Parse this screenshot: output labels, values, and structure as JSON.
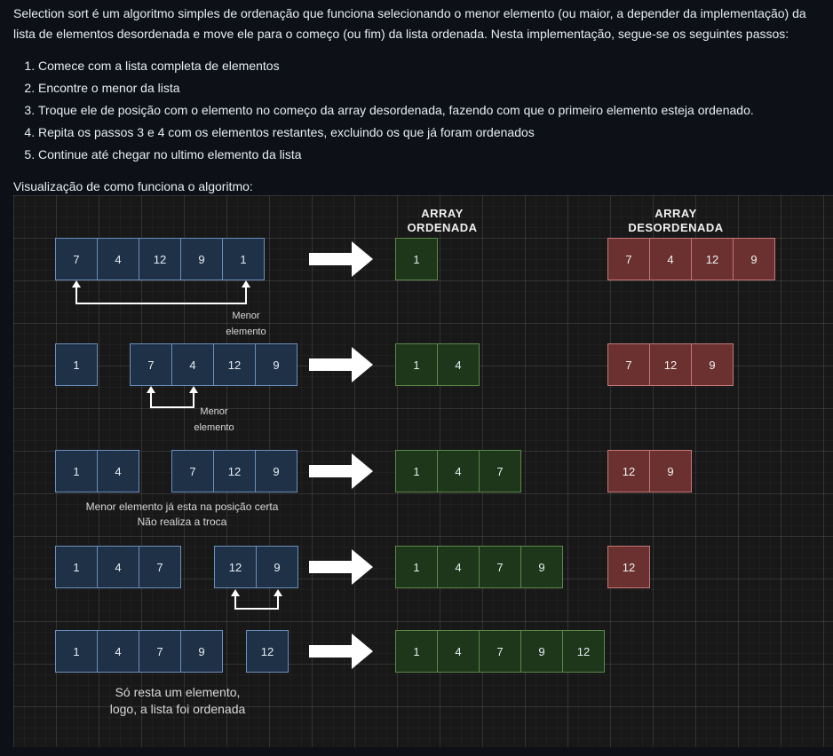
{
  "intro": "Selection sort é um algoritmo simples de ordenação que funciona selecionando o menor elemento (ou maior, a depender da implementação) da lista de elementos desordenada e move ele para o começo (ou fim) da lista ordenada. Nesta implementação, segue-se os seguintes passos:",
  "steps": [
    "Comece com a lista completa de elementos",
    "Encontre o menor da lista",
    "Troque ele de posição com o elemento no começo da array desordenada, fazendo com que o primeiro elemento esteja ordenado.",
    "Repita os passos 3 e 4 com os elementos restantes, excluindo os que já foram ordenados",
    "Continue até chegar no ultimo elemento da lista"
  ],
  "visualization_label": "Visualização de como funciona o algoritmo:",
  "headers": {
    "sorted": "ARRAY ORDENADA",
    "unsorted": "ARRAY DESORDENADA"
  },
  "rows": [
    {
      "working_a": [
        "7",
        "4",
        "12",
        "9",
        "1"
      ],
      "working_b": [],
      "sorted": [
        "1"
      ],
      "unsorted": [
        "7",
        "4",
        "12",
        "9"
      ]
    },
    {
      "working_a": [
        "1"
      ],
      "working_b": [
        "7",
        "4",
        "12",
        "9"
      ],
      "sorted": [
        "1",
        "4"
      ],
      "unsorted": [
        "7",
        "12",
        "9"
      ]
    },
    {
      "working_a": [
        "1",
        "4"
      ],
      "working_b": [
        "7",
        "12",
        "9"
      ],
      "sorted": [
        "1",
        "4",
        "7"
      ],
      "unsorted": [
        "12",
        "9"
      ]
    },
    {
      "working_a": [
        "1",
        "4",
        "7"
      ],
      "working_b": [
        "12",
        "9"
      ],
      "sorted": [
        "1",
        "4",
        "7",
        "9"
      ],
      "unsorted": [
        "12"
      ]
    },
    {
      "working_a": [
        "1",
        "4",
        "7",
        "9"
      ],
      "working_b": [
        "12"
      ],
      "sorted": [
        "1",
        "4",
        "7",
        "9",
        "12"
      ],
      "unsorted": []
    }
  ],
  "notes": {
    "row1": [
      "Menor",
      "elemento"
    ],
    "row2": [
      "Menor",
      "elemento"
    ],
    "row3": [
      "Menor elemento já esta na posição certa",
      "Não realiza a troca"
    ],
    "row5": [
      "Só resta um elemento,",
      "logo, a lista foi ordenada"
    ]
  },
  "colors": {
    "blue_fill": "#1f3147",
    "green_fill": "#1e3619",
    "red_fill": "#6a3130"
  }
}
